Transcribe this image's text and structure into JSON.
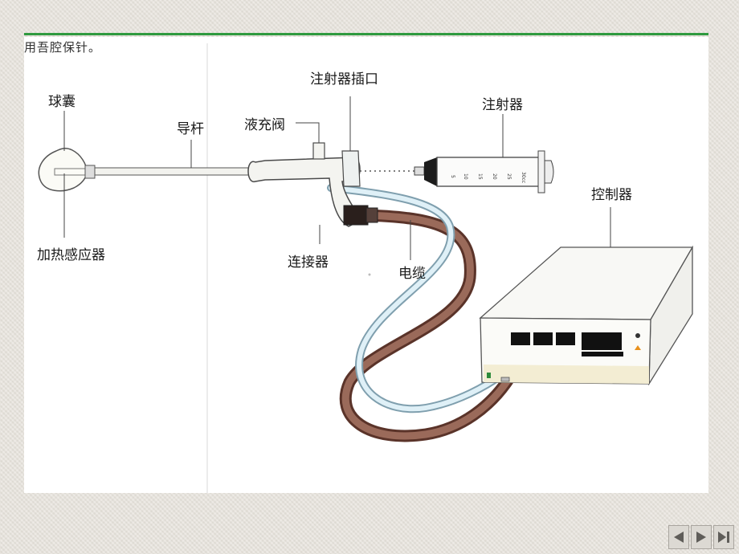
{
  "slide": {
    "heading": "用吾腔保针。"
  },
  "labels": {
    "balloon": "球囊",
    "guide_rod": "导杆",
    "fill_valve": "液充阀",
    "syringe_port": "注射器插口",
    "syringe": "注射器",
    "heating_sensor": "加热感应器",
    "connector": "连接器",
    "cable": "电缆",
    "controller": "控制器"
  },
  "syringe_scale": [
    "5",
    "10",
    "15",
    "20",
    "25",
    "30cc"
  ],
  "colors": {
    "accent_rule": "#2f9a3f",
    "marker": "#8b1245",
    "cable": "#7a4a3c",
    "tube": "#cfe3ec"
  },
  "nav": {
    "prev_icon": "triangle-left-icon",
    "next_icon": "triangle-right-icon",
    "end_icon": "skip-end-icon"
  }
}
